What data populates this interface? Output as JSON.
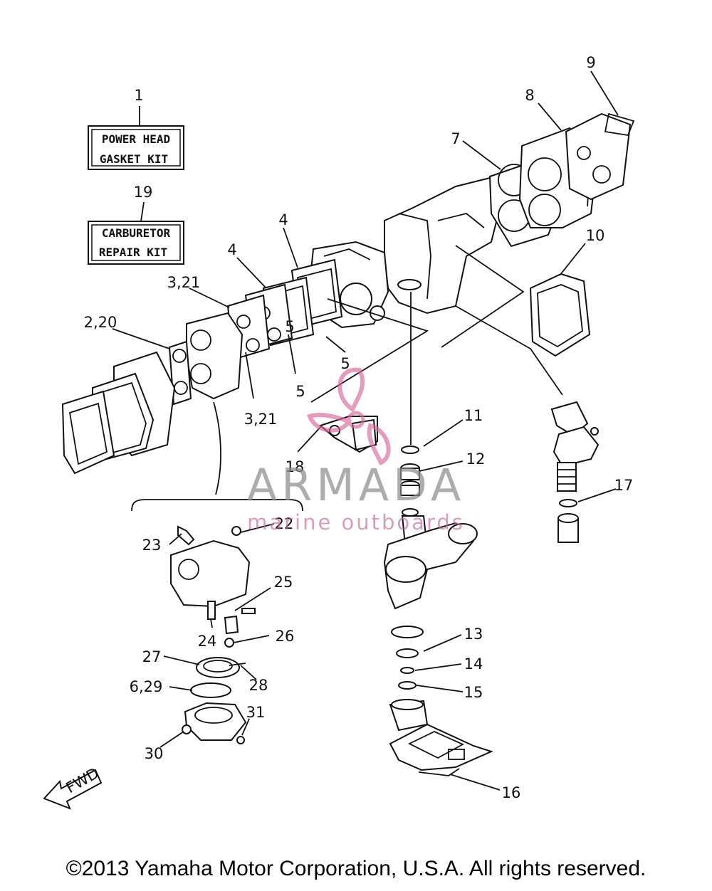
{
  "kits": [
    {
      "line1": "POWER HEAD",
      "line2": "GASKET KIT"
    },
    {
      "line1": "CARBURETOR",
      "line2": "REPAIR KIT"
    }
  ],
  "callouts": [
    "1",
    "19",
    "2,20",
    "3,21",
    "3,21",
    "4",
    "4",
    "5",
    "5",
    "5",
    "6,29",
    "7",
    "8",
    "9",
    "10",
    "11",
    "12",
    "13",
    "14",
    "15",
    "16",
    "17",
    "18",
    "22",
    "23",
    "24",
    "25",
    "26",
    "27",
    "28",
    "30",
    "31"
  ],
  "watermark": {
    "brand": "ARMADA",
    "tagline": "marine outboards",
    "accent_color": "#d6669c"
  },
  "direction_label": "FWD",
  "copyright": "©2013 Yamaha Motor Corporation, U.S.A. All rights reserved."
}
